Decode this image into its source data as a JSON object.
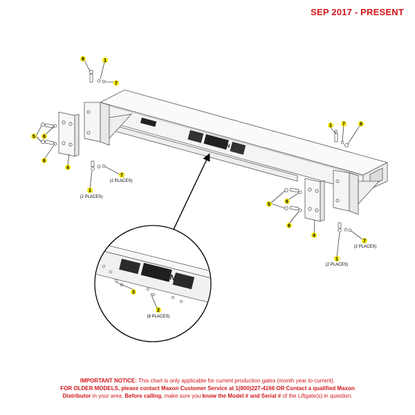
{
  "header": {
    "date_range": "SEP 2017 - PRESENT"
  },
  "callouts": {
    "n1": "1",
    "n2": "2",
    "n3": "3",
    "n4": "4",
    "n5": "5",
    "n6": "6",
    "n7": "7",
    "n8": "8",
    "two_places": "(2 PLACES)",
    "eight_places": "(8 PLACES)"
  },
  "labels": {
    "brand": "MAXON"
  },
  "notice": {
    "line1_bold": "IMPORTANT NOTICE:",
    "line1_rest": " This chart is only applicable for current production gates (month year to current).",
    "line2_a": "FOR OLDER MODELS, please contact Maxon Customer Service at 1(800)227-4166 OR Contact a qualified Maxon",
    "line3_a": "Distributor",
    "line3_b": " in your area. ",
    "line3_c": "Before calling",
    "line3_d": ", make sure you ",
    "line3_e": "know the Model # and Serial #",
    "line3_f": " of the Liftgate(s) in question."
  },
  "colors": {
    "callout_fill": "#f2e600",
    "notice_red": "#d0161b"
  }
}
